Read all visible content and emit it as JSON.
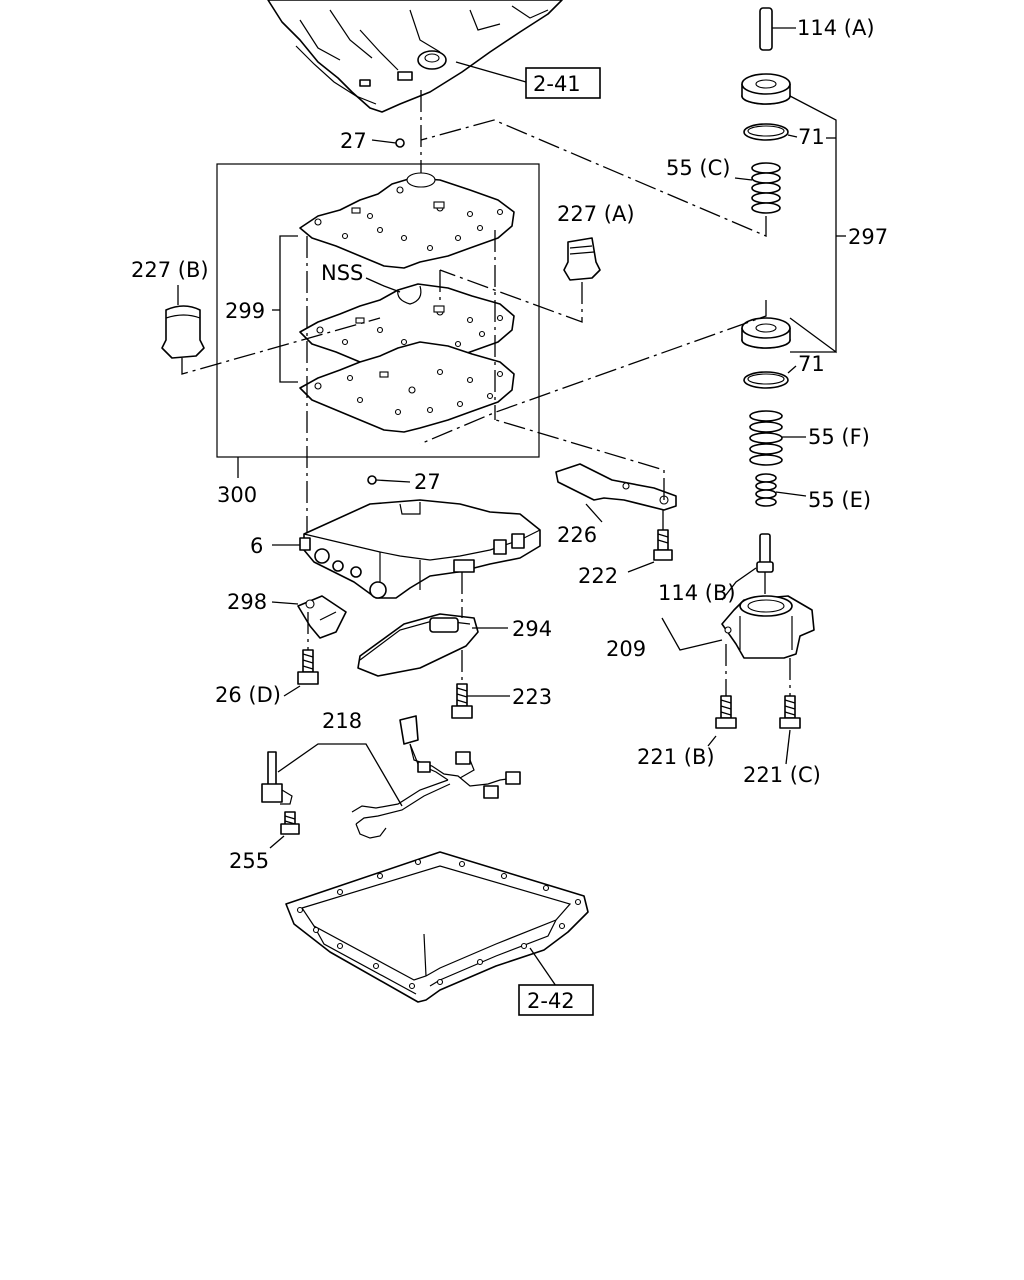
{
  "colors": {
    "ink": "#000000",
    "paper": "#ffffff"
  },
  "callouts": {
    "p114a": "114 (A)",
    "ref241": "2-41",
    "p27a": "27",
    "p71a": "71",
    "p55c": "55 (C)",
    "p297": "297",
    "p227a": "227 (A)",
    "p227b": "227 (B)",
    "nss": "NSS",
    "p299": "299",
    "p71b": "71",
    "p55f": "55 (F)",
    "p55e": "55 (E)",
    "p300": "300",
    "p27b": "27",
    "p226": "226",
    "p6": "6",
    "p222": "222",
    "p114b": "114 (B)",
    "p298": "298",
    "p294": "294",
    "p209": "209",
    "p26d": "26 (D)",
    "p223": "223",
    "p218": "218",
    "p221b": "221 (B)",
    "p221c": "221 (C)",
    "p255": "255",
    "ref242": "2-42"
  }
}
